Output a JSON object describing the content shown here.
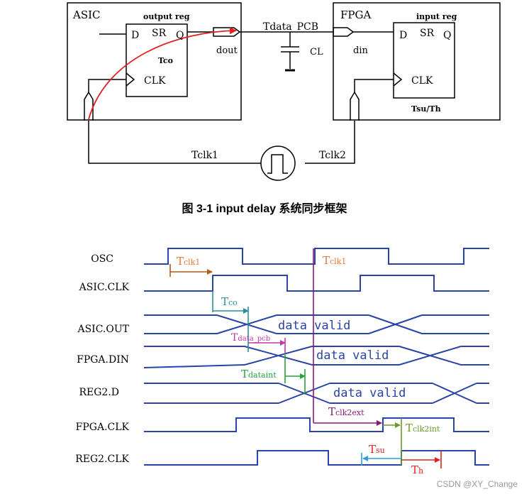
{
  "block_diagram": {
    "asic_label": "ASIC",
    "asic_reg_label": "output reg",
    "asic_pin_d": "D",
    "asic_pin_sr": "SR",
    "asic_pin_q": "Q",
    "asic_pin_clk": "CLK",
    "asic_tco": "Tco",
    "dout_label": "dout",
    "pcb_label": "Tdata_PCB",
    "cl_label": "CL",
    "din_label": "din",
    "fpga_label": "FPGA",
    "fpga_reg_label": "input reg",
    "fpga_pin_d": "D",
    "fpga_pin_sr": "SR",
    "fpga_pin_q": "Q",
    "fpga_pin_clk": "CLK",
    "fpga_tsu_th": "Tsu/Th",
    "tclk1_label": "Tclk1",
    "tclk2_label": "Tclk2"
  },
  "figure_caption": "图 3-1 input delay 系统同步框架",
  "timing_diagram": {
    "signals": [
      "OSC",
      "ASIC.CLK",
      "ASIC.OUT",
      "FPGA.DIN",
      "REG2.D",
      "FPGA.CLK",
      "REG2.CLK"
    ],
    "data_valid_text": "data valid",
    "annotations": {
      "tclk1_a_main": "T",
      "tclk1_a_sub": "clk1",
      "tclk1_b_main": "T",
      "tclk1_b_sub": "clk1",
      "tco_main": "T",
      "tco_sub": "co",
      "tdata_pcb_main": "T",
      "tdata_pcb_sub": "data_pcb",
      "tdataint_main": "T",
      "tdataint_sub": "dataint",
      "tclk2ext_main": "T",
      "tclk2ext_sub": "clk2ext",
      "tclk2int_main": "T",
      "tclk2int_sub": "clk2int",
      "tsu_main": "T",
      "tsu_sub": "su",
      "th_main": "T",
      "th_sub": "h"
    },
    "colors": {
      "signal": "#2a44a6",
      "tclk1": "#b35a1f",
      "tclk1_text": "#e07a3a",
      "tco": "#2a8f9a",
      "tdata_pcb": "#c03aa8",
      "tdataint": "#2aa33a",
      "purple": "#8a1a7a",
      "tclk2int": "#6a9a2a",
      "tsu": "#2aa0d8",
      "th": "#e02020",
      "crit_path": "#e02020"
    }
  },
  "watermark": "CSDN @XY_Change"
}
